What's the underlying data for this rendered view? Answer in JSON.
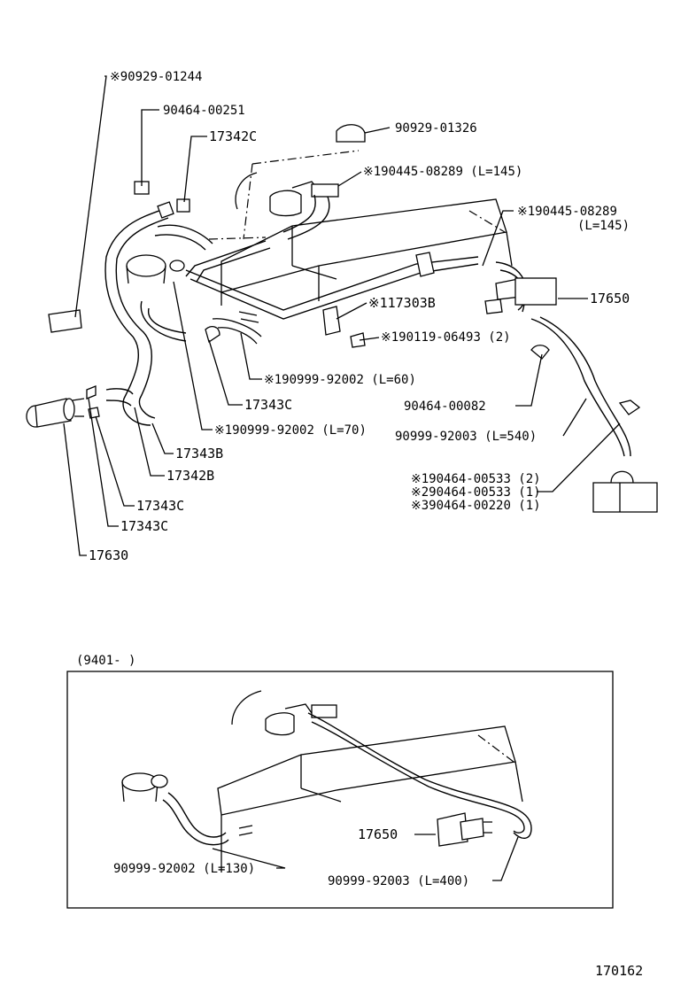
{
  "labels": {
    "p_90929_01244": "※90929-01244",
    "p_90464_00251": "90464-00251",
    "p_17342c": "17342C",
    "p_90929_01326": "90929-01326",
    "p_190445_08289_a": "※190445-08289 (L=145)",
    "p_190445_08289_b1": "※190445-08289",
    "p_190445_08289_b2": "(L=145)",
    "p_117303b": "※117303B",
    "p_17650_top": "17650",
    "p_190119_06493": "※190119-06493 (2)",
    "p_190999_92002_60": "※190999-92002 (L=60)",
    "p_90464_00082": "90464-00082",
    "p_17343c_a": "17343C",
    "p_90999_92003_540": "90999-92003 (L=540)",
    "p_190999_92002_70": "※190999-92002 (L=70)",
    "p_17343b": "17343B",
    "p_17342b": "17342B",
    "p_190464_00533": "※190464-00533 (2)",
    "p_290464_00533": "※290464-00533 (1)",
    "p_390464_00220": "※390464-00220 (1)",
    "p_17343c_b": "17343C",
    "p_17343c_c": "17343C",
    "p_17630": "17630"
  },
  "inset": {
    "title": "(9401-      )",
    "p_17650": "17650",
    "p_90999_92002_130": "90999-92002 (L=130)",
    "p_90999_92003_400": "90999-92003 (L=400)"
  },
  "footer": {
    "diagram_id": "170162"
  }
}
